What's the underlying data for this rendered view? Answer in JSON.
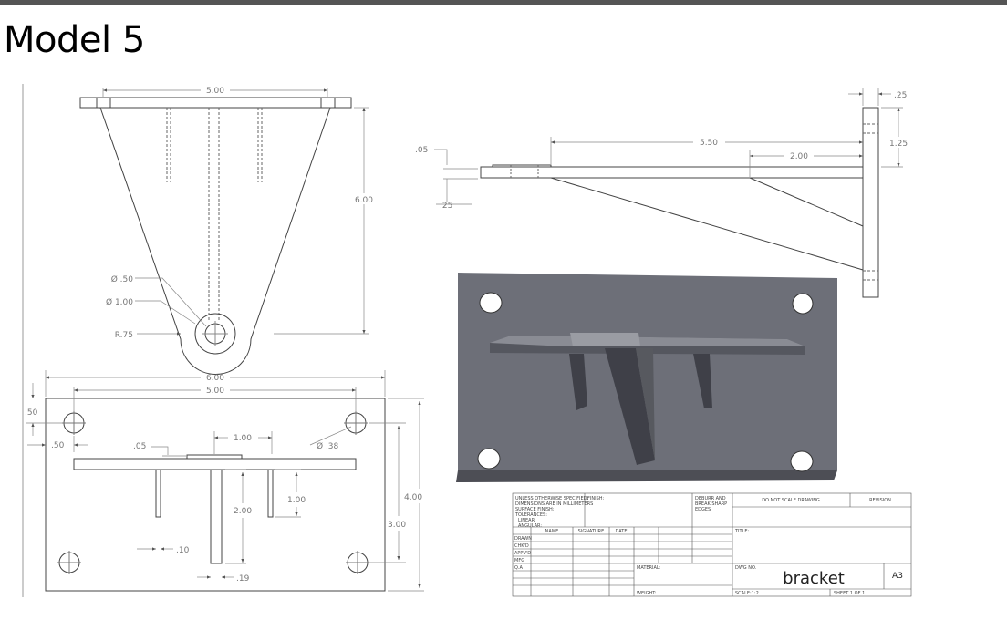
{
  "page": {
    "title": "Model 5"
  },
  "front_view": {
    "width_dim": "5.00",
    "height_dim": "6.00",
    "hole_dia_small": "Ø .50",
    "hole_dia_large": "Ø 1.00",
    "radius": "R.75"
  },
  "side_view": {
    "plate_offset": ".25",
    "plate_hole_dim": "1.25",
    "arm_length": "5.50",
    "rib_length": "2.00",
    "boss_height": ".05",
    "arm_thickness": ".25"
  },
  "top_view": {
    "overall_width": "6.00",
    "hole_spacing": "5.00",
    "edge_y": ".50",
    "edge_x": ".50",
    "boss_width": "1.00",
    "boss_height": ".05",
    "hole_dia": "Ø .38",
    "rib_length": "2.00",
    "rib_short": "1.00",
    "overall_height": "4.00",
    "hole_spacing_v": "3.00",
    "rib_thickness": ".10",
    "center_rib_thickness": ".19"
  },
  "title_block": {
    "unless": "UNLESS OTHERWISE SPECIFIED:",
    "dims": "DIMENSIONS ARE IN MILLIMETERS",
    "surface": "SURFACE FINISH:",
    "tolerances": "TOLERANCES:",
    "linear": "LINEAR:",
    "angular": "ANGULAR:",
    "finish": "FINISH:",
    "deburr1": "DEBURR AND",
    "deburr2": "BREAK SHARP",
    "deburr3": "EDGES",
    "no_scale": "DO NOT SCALE DRAWING",
    "revision": "REVISION",
    "col_name": "NAME",
    "col_signature": "SIGNATURE",
    "col_date": "DATE",
    "row_drawn": "DRAWN",
    "row_chkd": "CHK'D",
    "row_appvd": "APPV'D",
    "row_mfg": "MFG",
    "row_qa": "Q.A",
    "title_label": "TITLE:",
    "material": "MATERIAL:",
    "dwg_no": "DWG NO.",
    "part_name": "bracket",
    "size": "A3",
    "weight": "WEIGHT:",
    "scale": "SCALE:1:2",
    "sheet": "SHEET 1 OF 1"
  },
  "colors": {
    "line": "#444444",
    "dim": "#888888",
    "render_fill": "#6d6f78",
    "render_dark": "#3f4048"
  }
}
